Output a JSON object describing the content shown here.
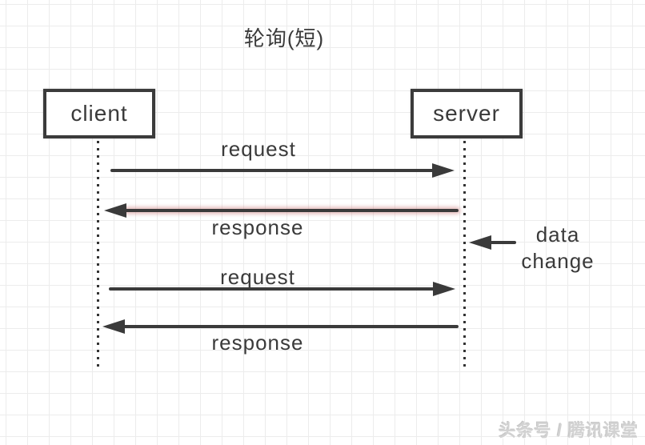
{
  "title": "轮询(短)",
  "actors": [
    {
      "id": "client",
      "label": "client"
    },
    {
      "id": "server",
      "label": "server"
    }
  ],
  "messages": [
    {
      "label": "request",
      "direction": "client-to-server",
      "label_position": "above"
    },
    {
      "label": "response",
      "direction": "server-to-client",
      "label_position": "below",
      "highlight": "red-glow"
    },
    {
      "label": "request",
      "direction": "client-to-server",
      "label_position": "above"
    },
    {
      "label": "response",
      "direction": "server-to-client",
      "label_position": "below"
    }
  ],
  "annotation": {
    "line1": "data",
    "line2": "change",
    "target": "server-lifeline"
  },
  "watermark": "头条号 / 腾讯课堂",
  "colors": {
    "ink": "#3a3a3a",
    "grid": "#ececec",
    "background": "#ffffff",
    "response_glow": "#cd7d7d",
    "watermark": "#d2d2d2"
  }
}
